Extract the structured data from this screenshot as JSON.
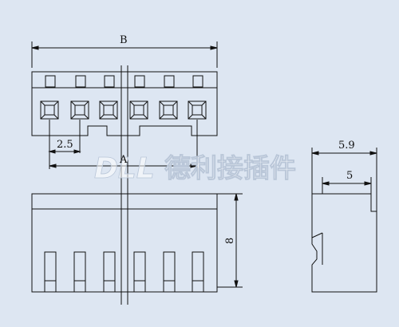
{
  "dimensions": {
    "B": "B",
    "A": "A",
    "pitch": "2.5",
    "side_total": "5.9",
    "side_inner": "5",
    "height": "8"
  },
  "watermark": {
    "brand": "DLL",
    "name": "德利接插件"
  },
  "colors": {
    "background": "#dde6f2",
    "line": "#111111",
    "watermark": "#ffffff"
  }
}
